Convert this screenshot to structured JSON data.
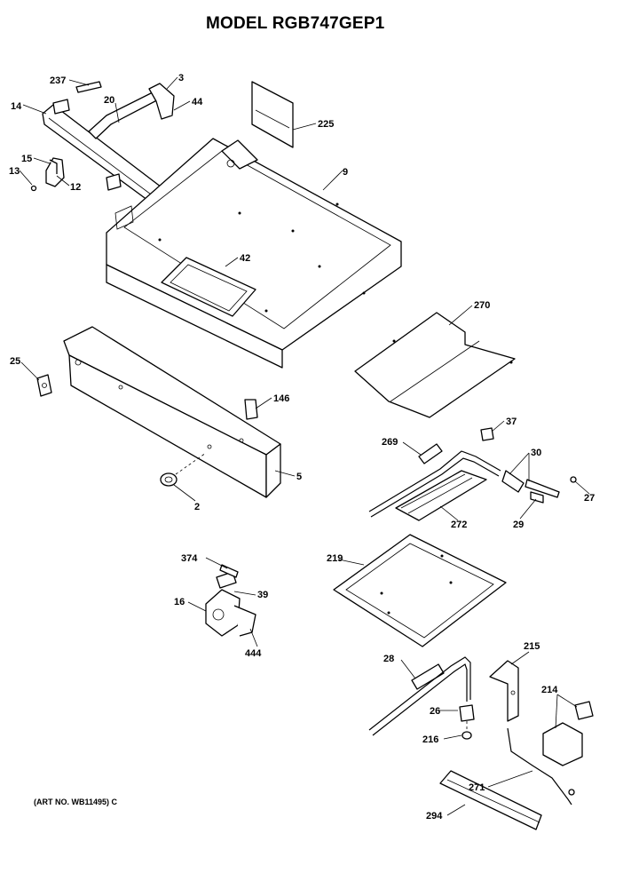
{
  "title": "MODEL RGB747GEP1",
  "art_number": "(ART NO. WB11495) C",
  "callouts": {
    "c237": "237",
    "c3": "3",
    "c44": "44",
    "c14": "14",
    "c20": "20",
    "c225": "225",
    "c9": "9",
    "c15": "15",
    "c13": "13",
    "c12": "12",
    "c42": "42",
    "c270": "270",
    "c25": "25",
    "c146": "146",
    "c37": "37",
    "c269": "269",
    "c30": "30",
    "c27": "27",
    "c5": "5",
    "c2": "2",
    "c272": "272",
    "c29": "29",
    "c374": "374",
    "c219": "219",
    "c16": "16",
    "c39": "39",
    "c444": "444",
    "c215": "215",
    "c28": "28",
    "c214": "214",
    "c26": "26",
    "c216": "216",
    "c271": "271",
    "c294": "294"
  }
}
